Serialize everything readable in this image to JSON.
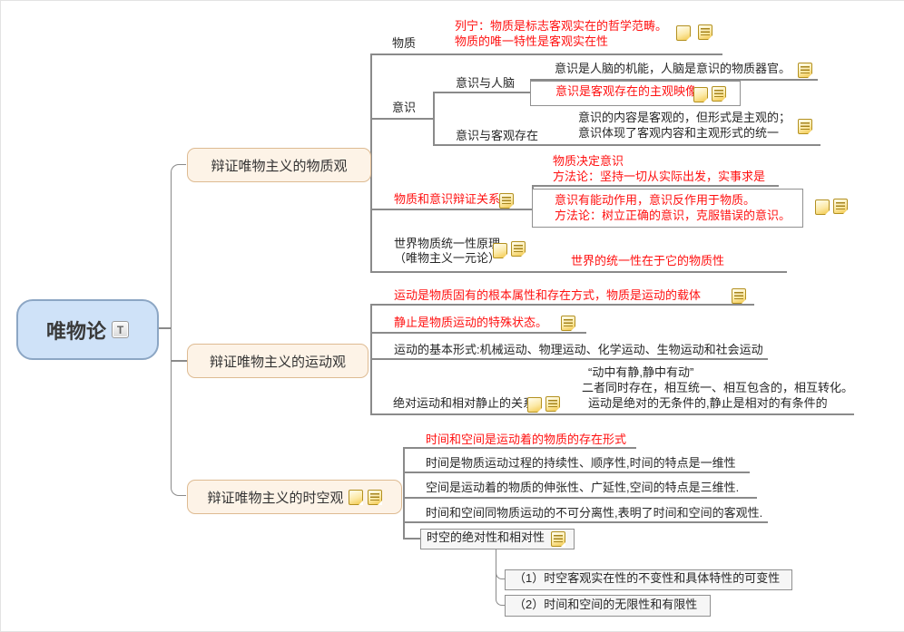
{
  "root": {
    "label": "唯物论",
    "tag": "T"
  },
  "branch1": {
    "label": "辩证唯物主义的物质观",
    "wuzhi": {
      "label": "物质",
      "line1": "列宁：物质是标志客观实在的哲学范畴。",
      "line2": "物质的唯一特性是客观实在性"
    },
    "yishi": {
      "label": "意识",
      "rennao": {
        "label": "意识与人脑",
        "jineng": "意识是人脑的机能，人脑是意识的物质器官。",
        "yingxiang": "意识是客观存在的主观映像"
      },
      "keguan": {
        "label": "意识与客观存在",
        "line1": "意识的内容是客观的，但形式是主观的；",
        "line2": "意识体现了客观内容和主观形式的统一"
      }
    },
    "bianzheng": {
      "label": "物质和意识辩证关系",
      "jueding1": "物质决定意识",
      "jueding2": "方法论：坚持一切从实际出发，实事求是",
      "nengdong1": "意识有能动作用，意识反作用于物质。",
      "nengdong2": "方法论：树立正确的意识，克服错误的意识。"
    },
    "tongyi": {
      "label1": "世界物质统一性原理",
      "label2": "（唯物主义一元论）",
      "child": "世界的统一性在于它的物质性"
    }
  },
  "branch2": {
    "label": "辩证唯物主义的运动观",
    "r1": "运动是物质固有的根本属性和存在方式，物质是运动的载体",
    "r2": "静止是物质运动的特殊状态。",
    "r3": "运动的基本形式:机械运动、物理运动、化学运动、生物运动和社会运动",
    "r4": {
      "label": "绝对运动和相对静止的关系",
      "line1": "“动中有静,静中有动”",
      "line2": "二者同时存在，相互统一、相互包含的，相互转化。",
      "line3": "运动是绝对的无条件的,静止是相对的有条件的"
    }
  },
  "branch3": {
    "label": "辩证唯物主义的时空观",
    "r1": "时间和空间是运动着的物质的存在形式",
    "r2": "时间是物质运动过程的持续性、顺序性,时间的特点是一维性",
    "r3": "空间是运动着的物质的伸张性、广延性,空间的特点是三维性.",
    "r4": "时间和空间同物质运动的不可分离性,表明了时间和空间的客观性.",
    "r5": {
      "label": "时空的绝对性和相对性",
      "c1": "（1）时空客观实在性的不变性和具体特性的可变性",
      "c2": "（2）时间和空间的无限性和有限性"
    }
  },
  "icons": {
    "label_icon": "yellow-sticky-note",
    "notes_icon": "yellow-lined-note",
    "tag_icon": "T-square"
  },
  "colors": {
    "root_fill": "#cfe2f8",
    "root_border": "#8ca6c4",
    "branch_fill": "#fdf3e7",
    "branch_border": "#debb92",
    "red_text": "#ff1111",
    "black_text": "#262626",
    "line": "#8a8a8a",
    "icon_yellow": "#f2c94e"
  }
}
